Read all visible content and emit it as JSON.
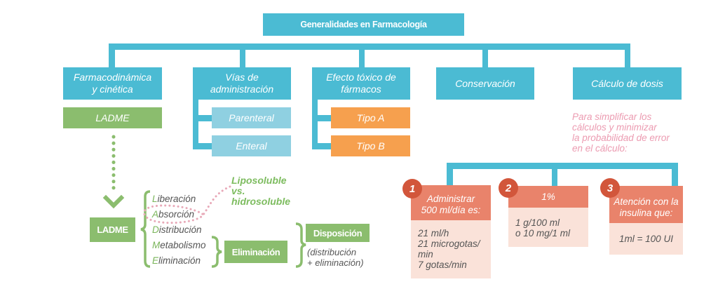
{
  "title": "Generalidades en Farmacología",
  "colors": {
    "primary_blue": "#4bbbd3",
    "light_blue": "#8fd0e1",
    "orange": "#f6a04e",
    "green": "#8bbd6e",
    "salmon": "#e9836b",
    "salmon_light": "#fae2d9",
    "badge_red": "#d2563b",
    "pink_text": "#ec9bb1"
  },
  "branches": [
    {
      "label": "Farmacodinámica y cinética",
      "children": [
        "LADME"
      ]
    },
    {
      "label": "Vías de administración",
      "children": [
        "Parenteral",
        "Enteral"
      ]
    },
    {
      "label": "Efecto tóxico de fármacos",
      "children": [
        "Tipo A",
        "Tipo B"
      ]
    },
    {
      "label": "Conservación",
      "children": []
    },
    {
      "label": "Cálculo de dosis",
      "children": []
    }
  ],
  "ladme": {
    "box_label": "LADME",
    "items": [
      {
        "initial": "L",
        "rest": "iberación"
      },
      {
        "initial": "A",
        "rest": "bsorción"
      },
      {
        "initial": "D",
        "rest": "istribución"
      },
      {
        "initial": "M",
        "rest": "etabolismo"
      },
      {
        "initial": "E",
        "rest": "liminación"
      }
    ],
    "annotation": [
      "Liposoluble",
      "vs.",
      "hidrosoluble"
    ],
    "elimination_box": "Eliminación",
    "disposition_box": "Disposición",
    "disposition_note": [
      "(distribución",
      "+ eliminación)"
    ]
  },
  "dose": {
    "intro": [
      "Para simplificar los",
      "cálculos y minimizar",
      "la probabilidad de error",
      "en el cálculo:"
    ],
    "steps": [
      {
        "number": "1",
        "header": [
          "Administrar",
          "500 ml/día es:"
        ],
        "body": [
          "21 ml/h",
          "21 microgotas/",
          "min",
          "7 gotas/min"
        ]
      },
      {
        "number": "2",
        "header": [
          "1%"
        ],
        "body": [
          "1 g/100 ml",
          "o 10 mg/1 ml"
        ]
      },
      {
        "number": "3",
        "header": [
          "Atención con la",
          "insulina que:"
        ],
        "body": [
          "1ml = 100 UI"
        ]
      }
    ]
  }
}
